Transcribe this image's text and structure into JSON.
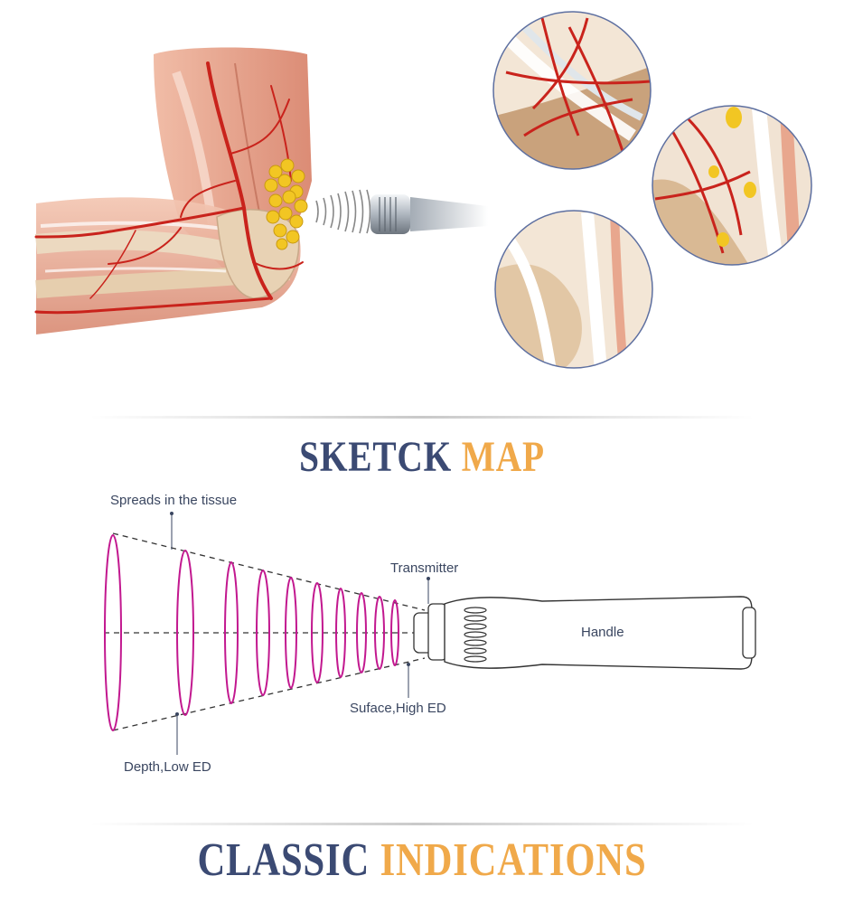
{
  "headings": {
    "sketch": {
      "part1": "SKETCK",
      "part2": "MAP"
    },
    "classic": {
      "part1": "CLASSIC",
      "part2": "INDICATIONS"
    }
  },
  "diagram_labels": {
    "spreads": "Spreads in the tissue",
    "transmitter": "Transmitter",
    "handle": "Handle",
    "surface": "Suface,High ED",
    "depth": "Depth,Low ED"
  },
  "colors": {
    "heading_navy": "#3b4a73",
    "heading_gold": "#f0a94a",
    "wave_magenta": "#c2188f",
    "artery_red": "#c9231c",
    "muscle_pink": "#e8a78e",
    "bone_beige": "#e8d2b4",
    "fat_yellow": "#f2c623"
  },
  "icons": {
    "illustration": "elbow-anatomy-illustration",
    "applicator": "shockwave-applicator-icon",
    "insets": [
      "tendon-closeup-icon",
      "calcification-closeup-icon",
      "bone-closeup-icon"
    ]
  }
}
